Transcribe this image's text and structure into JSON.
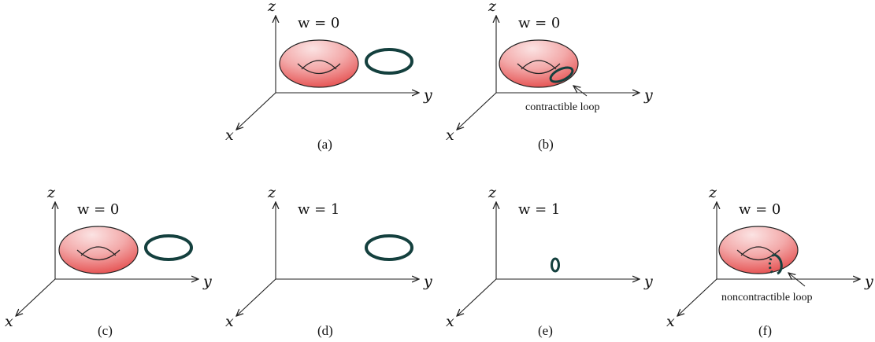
{
  "axes": {
    "x": "x",
    "y": "y",
    "z": "z"
  },
  "colors": {
    "torus_light": "#fbe3e3",
    "torus_dark": "#e23b3b",
    "loop": "#14403e"
  },
  "panels": [
    {
      "caption": "(a)",
      "w_label": "w = 0",
      "annotation": ""
    },
    {
      "caption": "(b)",
      "w_label": "w = 0",
      "annotation": "contractible loop"
    },
    {
      "caption": "(c)",
      "w_label": "w = 0",
      "annotation": ""
    },
    {
      "caption": "(d)",
      "w_label": "w = 1",
      "annotation": ""
    },
    {
      "caption": "(e)",
      "w_label": "w = 1",
      "annotation": ""
    },
    {
      "caption": "(f)",
      "w_label": "w = 0",
      "annotation": "noncontractible loop"
    }
  ]
}
